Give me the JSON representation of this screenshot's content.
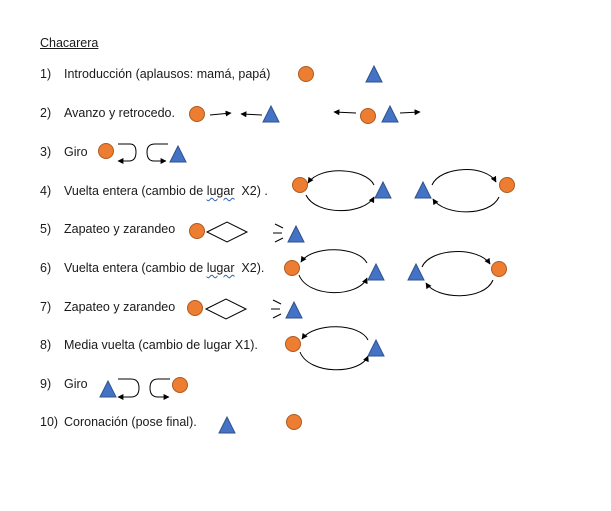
{
  "document": {
    "title": "Chacarera",
    "items": [
      {
        "num": "1)",
        "parts": [
          "Introducción (aplausos: mamá, papá)"
        ]
      },
      {
        "num": "2)",
        "parts": [
          "Avanzo y retrocedo."
        ]
      },
      {
        "num": "3)",
        "parts": [
          "Giro"
        ]
      },
      {
        "num": "4)",
        "parts": [
          "Vuelta entera (cambio de ",
          "lugar",
          "  X2) ."
        ]
      },
      {
        "num": "5)",
        "parts": [
          "Zapateo y zarandeo"
        ]
      },
      {
        "num": "6)",
        "parts": [
          "Vuelta entera (cambio de ",
          "lugar",
          "  X2)."
        ]
      },
      {
        "num": "7)",
        "parts": [
          "Zapateo y zarandeo"
        ]
      },
      {
        "num": "8)",
        "parts": [
          "Media vuelta (cambio de lugar X1)."
        ]
      },
      {
        "num": "9)",
        "parts": [
          "Giro"
        ]
      },
      {
        "num": "10)",
        "parts": [
          "Coronación (pose final)."
        ]
      }
    ]
  },
  "colors": {
    "circle_fill": "#ED7D31",
    "circle_stroke": "#AE5A21",
    "triangle_fill": "#4472C4",
    "triangle_stroke": "#2F528F",
    "line": "#000000",
    "text": "#1a1a1a",
    "spellcheck_underline": "#2f5fb0"
  },
  "icons": {
    "circle": "orange-circle (mamá)",
    "triangle": "blue-triangle (papá)",
    "arrow": "straight-arrow",
    "u_turn": "u-turn-arrow",
    "loop": "circular-loop-arrows",
    "diamond": "diamond-outline",
    "rays": "shake-lines"
  }
}
